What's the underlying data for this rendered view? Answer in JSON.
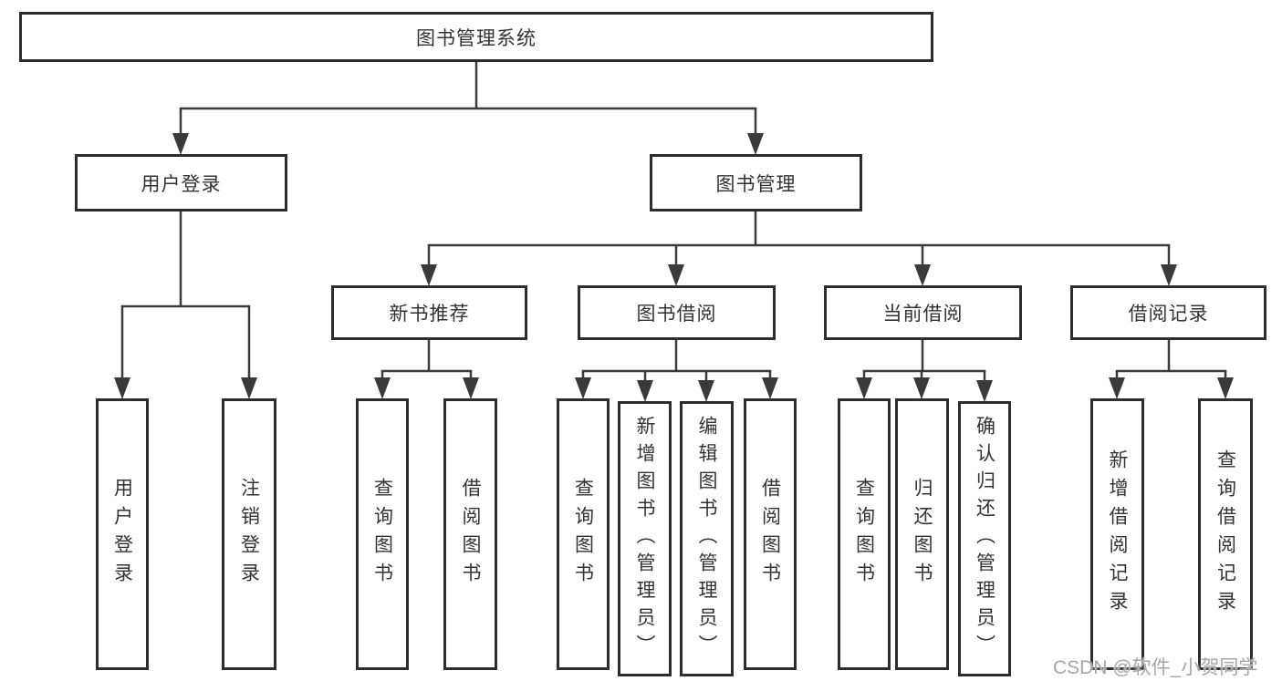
{
  "tree": {
    "label": "图书管理系统",
    "children": [
      {
        "label": "用户登录",
        "children": [
          {
            "label": "用户登录"
          },
          {
            "label": "注销登录"
          }
        ]
      },
      {
        "label": "图书管理",
        "children": [
          {
            "label": "新书推荐",
            "children": [
              {
                "label": "查询图书"
              },
              {
                "label": "借阅图书"
              }
            ]
          },
          {
            "label": "图书借阅",
            "children": [
              {
                "label": "查询图书"
              },
              {
                "label": "新增图书（管理员）"
              },
              {
                "label": "编辑图书（管理员）"
              },
              {
                "label": "借阅图书"
              }
            ]
          },
          {
            "label": "当前借阅",
            "children": [
              {
                "label": "查询图书"
              },
              {
                "label": "归还图书"
              },
              {
                "label": "确认归还（管理员）"
              }
            ]
          },
          {
            "label": "借阅记录",
            "children": [
              {
                "label": "新增借阅记录"
              },
              {
                "label": "查询借阅记录"
              }
            ]
          }
        ]
      }
    ]
  },
  "watermark": {
    "text": "CSDN @软件_小贺同学"
  },
  "colors": {
    "line": "#3a3a3a",
    "border": "#2d2d2d",
    "text": "#333333",
    "watermark": "#a6a6a6"
  }
}
